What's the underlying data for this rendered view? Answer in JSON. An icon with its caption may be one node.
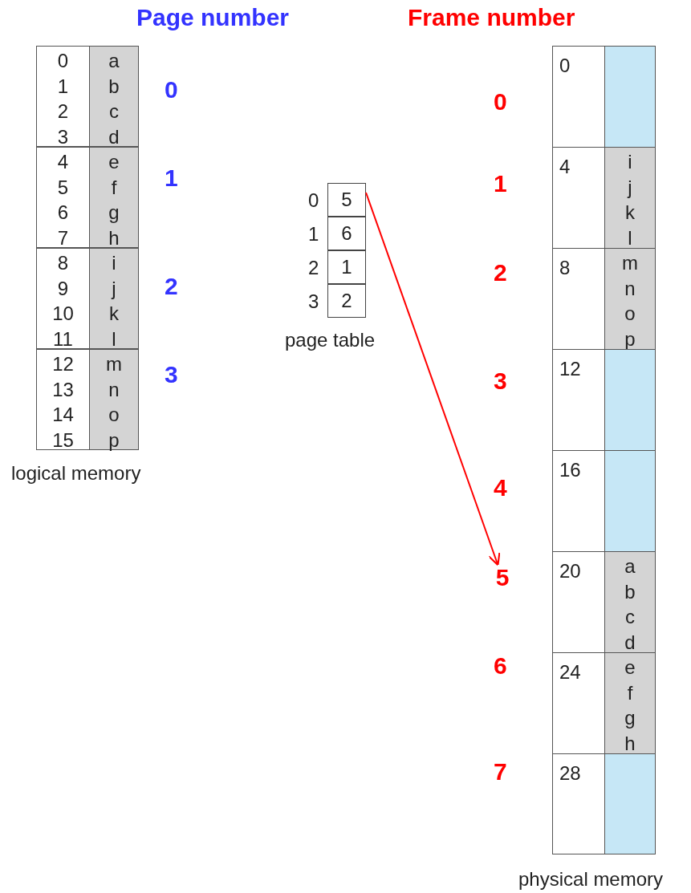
{
  "diagram": {
    "nodes": [
      {
        "text": [
          "0 1 2 3",
          "a b c d"
        ],
        "beside": [
          "0"
        ]
      },
      {
        "text": [
          "4 5 6 7",
          "e f g h"
        ],
        "beside": [
          "1"
        ]
      },
      {
        "text": [
          "8 9 10 11",
          "i j k l"
        ],
        "beside": [
          "2"
        ]
      },
      {
        "text": [
          "12 13 14 15",
          "m n o p"
        ],
        "beside": [
          "3"
        ]
      },
      {
        "text": [
          "5"
        ],
        "beside": [
          "0"
        ]
      },
      {
        "text": [
          "6"
        ],
        "beside": [
          "1"
        ]
      },
      {
        "text": [
          "1"
        ],
        "beside": [
          "2"
        ]
      },
      {
        "text": [
          "2"
        ],
        "beside": [
          "3"
        ]
      },
      {
        "text": [
          "5"
        ]
      },
      {
        "text": [
          "0"
        ]
      },
      {
        "text": [
          "4",
          "i j k l"
        ]
      },
      {
        "text": [
          "8",
          "m n o p"
        ]
      },
      {
        "text": [
          "12"
        ]
      },
      {
        "text": [
          "16"
        ]
      },
      {
        "text": [
          "20",
          "a b c d"
        ]
      },
      {
        "text": [
          "24",
          "e f g h"
        ]
      },
      {
        "text": [
          "28"
        ]
      }
    ],
    "edges": [
      {
        "from": 4,
        "to": 8,
        "arrow": "to",
        "color": "#ff0000"
      }
    ],
    "labels": [
      "Page number",
      "Frame number",
      "logical memory",
      "page table",
      "physical memory",
      "0",
      "1",
      "2",
      "3",
      "4",
      "6",
      "7"
    ]
  }
}
